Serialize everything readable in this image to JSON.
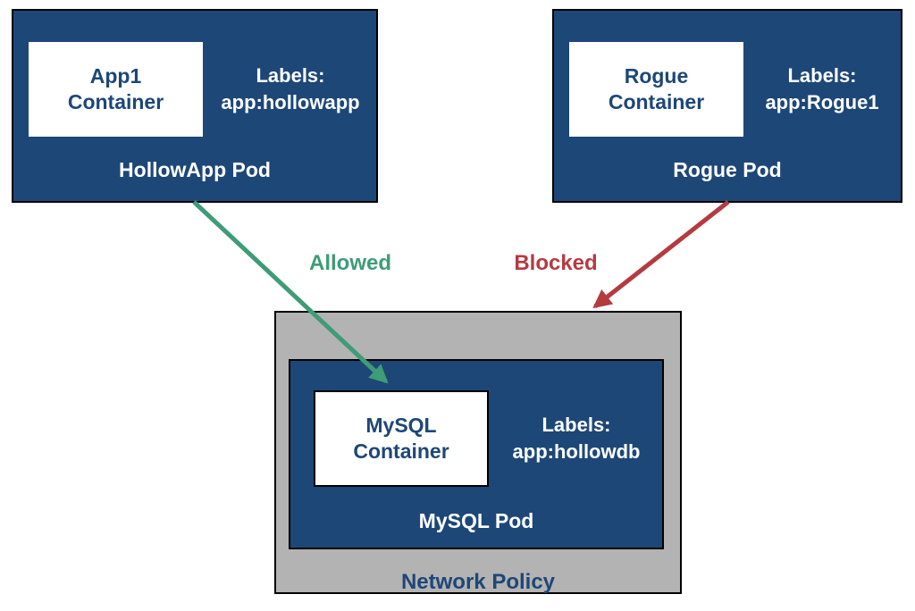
{
  "diagram": {
    "hollowapp_pod": {
      "title": "HollowApp Pod",
      "container": "App1\nContainer",
      "labels": "Labels:\napp:hollowapp"
    },
    "rogue_pod": {
      "title": "Rogue Pod",
      "container": "Rogue\nContainer",
      "labels": "Labels:\napp:Rogue1"
    },
    "network_policy": {
      "title": "Network Policy",
      "mysql_pod": {
        "title": "MySQL Pod",
        "container": "MySQL\nContainer",
        "labels": "Labels:\napp:hollowdb"
      }
    },
    "edges": {
      "allowed": "Allowed",
      "blocked": "Blocked"
    }
  },
  "colors": {
    "pod_blue": "#1D4777",
    "navy_text": "#1D4777",
    "policy_gray": "#B3B3B3",
    "green": "#3E9C77",
    "red": "#B43B40",
    "border": "#000000",
    "white": "#FFFFFF"
  }
}
